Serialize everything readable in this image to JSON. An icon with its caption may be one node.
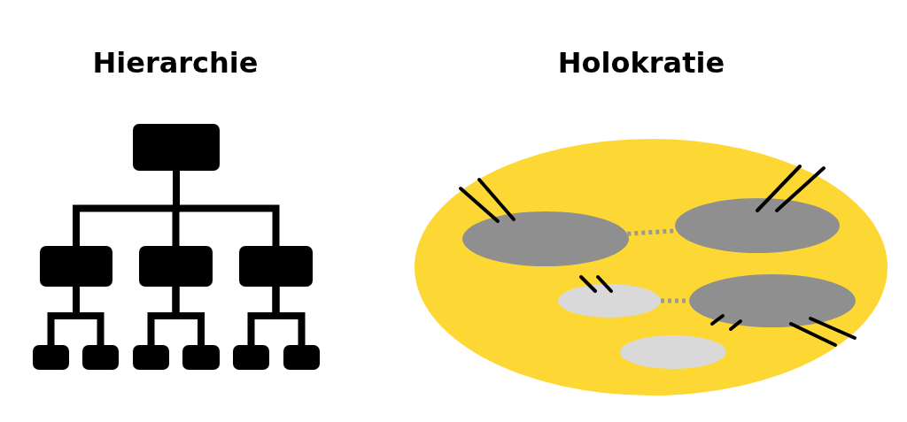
{
  "diagram": {
    "nodes": [
      {
        "text": [],
        "shape": "box"
      },
      {
        "text": [],
        "shape": "box"
      },
      {
        "text": [],
        "shape": "box"
      },
      {
        "text": [],
        "shape": "box"
      },
      {
        "text": [],
        "shape": "box"
      },
      {
        "text": [],
        "shape": "box"
      },
      {
        "text": [],
        "shape": "box"
      },
      {
        "text": [],
        "shape": "box"
      },
      {
        "text": [],
        "shape": "box"
      },
      {
        "text": [],
        "shape": "box"
      },
      {
        "text": [],
        "shape": "circle"
      },
      {
        "text": [],
        "shape": "circle",
        "in": 10
      },
      {
        "text": [],
        "shape": "circle",
        "in": 10
      },
      {
        "text": [],
        "shape": "circle",
        "in": 10
      },
      {
        "text": [],
        "shape": "circle",
        "in": 10
      },
      {
        "text": [],
        "shape": "circle",
        "in": 10
      }
    ],
    "edges": [
      {
        "from": 0,
        "to": 1,
        "arrow": "none"
      },
      {
        "from": 0,
        "to": 2,
        "arrow": "none"
      },
      {
        "from": 0,
        "to": 3,
        "arrow": "none"
      },
      {
        "from": 1,
        "to": 4,
        "arrow": "none"
      },
      {
        "from": 1,
        "to": 5,
        "arrow": "none"
      },
      {
        "from": 2,
        "to": 6,
        "arrow": "none"
      },
      {
        "from": 2,
        "to": 7,
        "arrow": "none"
      },
      {
        "from": 3,
        "to": 8,
        "arrow": "none"
      },
      {
        "from": 3,
        "to": 9,
        "arrow": "none"
      },
      {
        "from": 11,
        "to": 12,
        "arrow": "none",
        "style": "dashed",
        "color": "#999999"
      },
      {
        "from": 13,
        "to": 14,
        "arrow": "none",
        "style": "dashed",
        "color": "#999999"
      }
    ],
    "labels": [
      "Hierarchie",
      "Holokratie"
    ]
  }
}
